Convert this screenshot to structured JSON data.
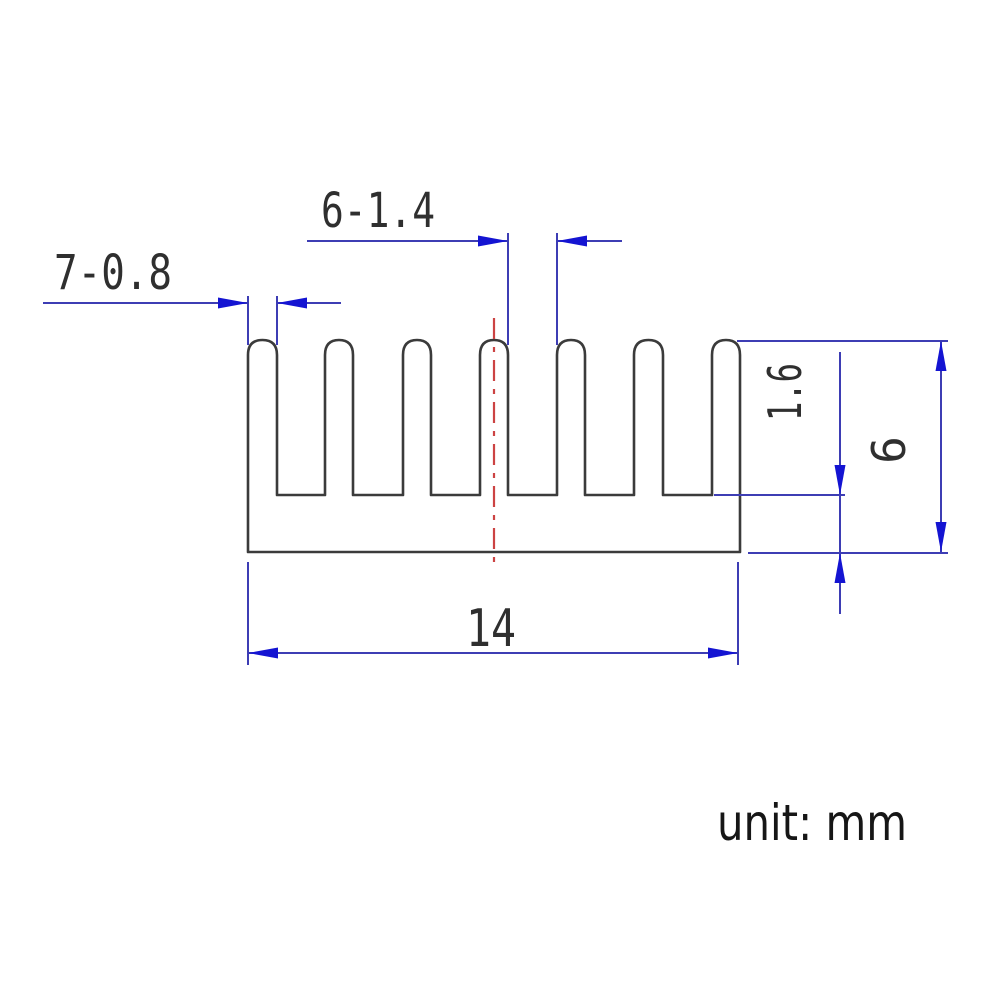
{
  "figure": {
    "type": "technical-drawing",
    "subject": "heatsink extrusion profile cross-section",
    "unit_note": "unit: mm"
  },
  "labels": {
    "gap_dimension": "6-1.4",
    "fin_dimension": "7-0.8",
    "base_thickness": "1.6",
    "overall_height": "6",
    "overall_width": "14"
  },
  "geometry": {
    "fin_count": 7,
    "gap_count": 6
  },
  "colors": {
    "background": "#ffffff",
    "outline": "#3b3b3b",
    "dimension_line": "#3d3db4",
    "arrowhead": "#1414d2",
    "centerline": "#cc4343",
    "label_text": "#2f2f2f"
  }
}
